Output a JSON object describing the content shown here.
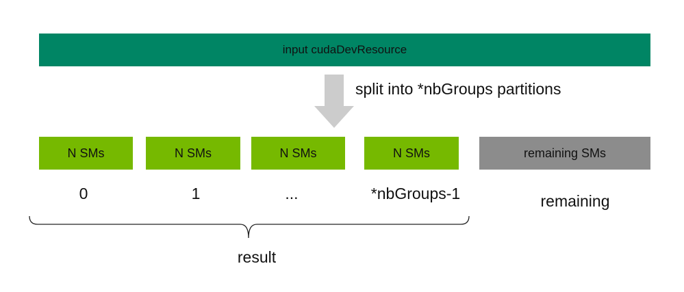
{
  "input_bar": {
    "label": "input cudaDevResource",
    "color": "#008564"
  },
  "split": {
    "label": "split into *nbGroups partitions",
    "arrow_color": "#cccccc"
  },
  "groups": [
    {
      "label": "N SMs",
      "index": "0"
    },
    {
      "label": "N SMs",
      "index": "1"
    },
    {
      "label": "N SMs",
      "index": "..."
    },
    {
      "label": "N SMs",
      "index": "*nbGroups-1"
    }
  ],
  "group_color": "#76b900",
  "remaining": {
    "label": "remaining SMs",
    "caption": "remaining",
    "color": "#8c8c8c"
  },
  "result": {
    "label": "result"
  }
}
